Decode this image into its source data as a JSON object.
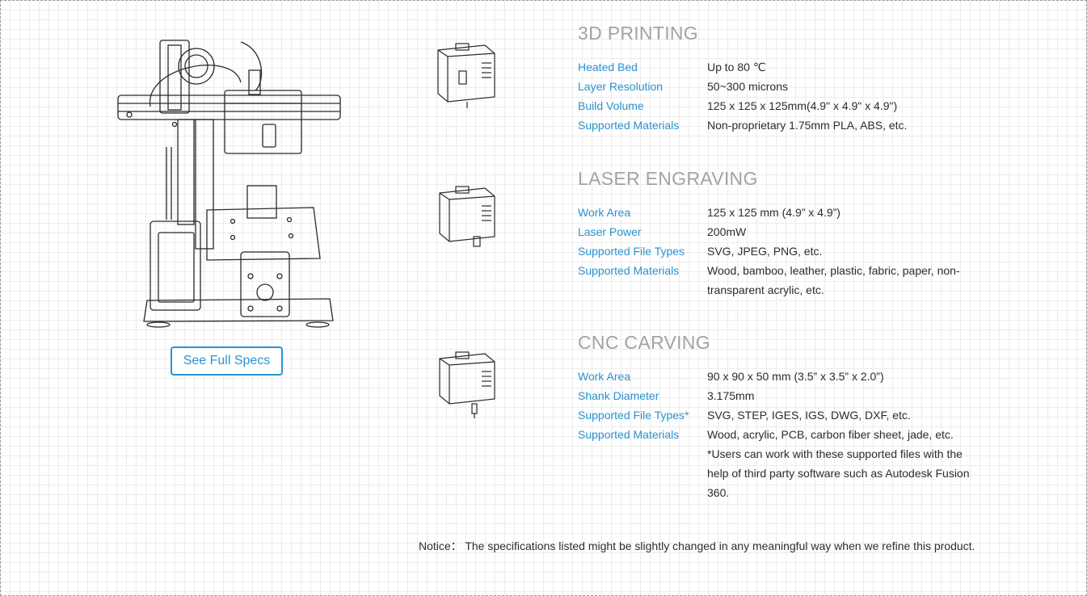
{
  "actions": {
    "full_specs_label": "See Full Specs"
  },
  "sections": [
    {
      "title": "3D PRINTING",
      "module_icon": "3d-print-module-icon",
      "rows": [
        {
          "label": "Heated Bed",
          "value": "Up to 80 ℃"
        },
        {
          "label": "Layer Resolution",
          "value": "50~300 microns"
        },
        {
          "label": "Build Volume",
          "value": "125 x 125 x 125mm(4.9\" x 4.9\" x 4.9\")"
        },
        {
          "label": "Supported Materials",
          "value": "Non-proprietary 1.75mm PLA, ABS, etc."
        }
      ]
    },
    {
      "title": "LASER ENGRAVING",
      "module_icon": "laser-module-icon",
      "rows": [
        {
          "label": "Work Area",
          "value": "125 x 125 mm (4.9” x 4.9”)"
        },
        {
          "label": "Laser Power",
          "value": "200mW"
        },
        {
          "label": "Supported File Types",
          "value": "SVG, JPEG, PNG, etc."
        },
        {
          "label": "Supported Materials",
          "value": "Wood, bamboo, leather, plastic, fabric, paper, non-transparent acrylic, etc."
        }
      ]
    },
    {
      "title": "CNC CARVING",
      "module_icon": "cnc-module-icon",
      "rows": [
        {
          "label": "Work Area",
          "value": "90 x 90 x 50 mm (3.5” x 3.5” x 2.0”)"
        },
        {
          "label": "Shank Diameter",
          "value": "3.175mm"
        },
        {
          "label": "Supported File Types*",
          "value": "SVG, STEP, IGES, IGS, DWG, DXF, etc."
        },
        {
          "label": "Supported Materials",
          "value": "Wood, acrylic, PCB, carbon fiber sheet, jade, etc."
        }
      ],
      "footnote": "*Users can work with these supported files with the help of third party software such as Autodesk Fusion 360."
    }
  ],
  "notice": "Notice： The specifications listed might be slightly changed in any meaningful way when we refine this product.",
  "colors": {
    "accent": "#2b93cf",
    "heading": "#a3a3a3",
    "text": "#2d2d2d",
    "note": "#8c8c8c",
    "grid": "#ececec"
  }
}
